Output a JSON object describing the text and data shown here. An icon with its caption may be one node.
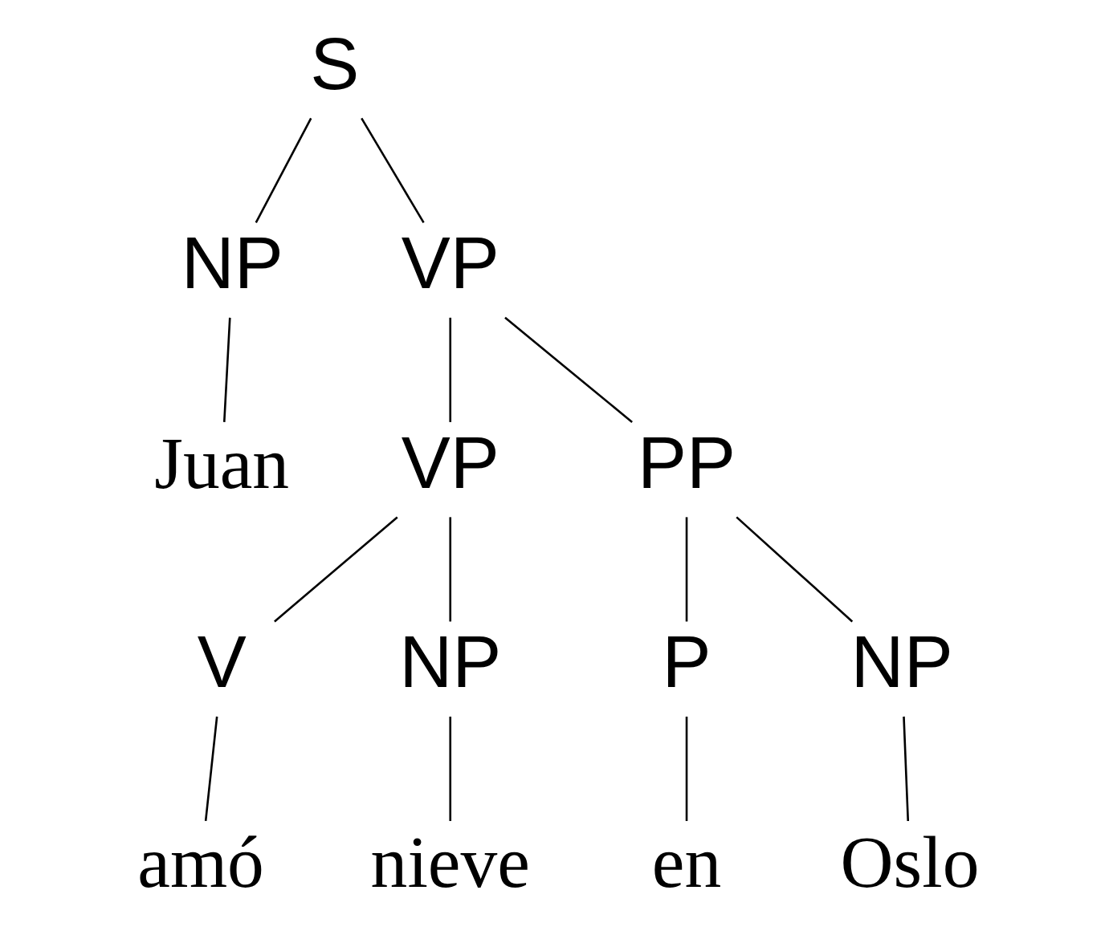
{
  "diagram": {
    "nodes": [
      {
        "text": [
          "S"
        ]
      },
      {
        "text": [
          "NP"
        ]
      },
      {
        "text": [
          "VP"
        ]
      },
      {
        "text": [
          "Juan"
        ]
      },
      {
        "text": [
          "VP"
        ]
      },
      {
        "text": [
          "PP"
        ]
      },
      {
        "text": [
          "V"
        ]
      },
      {
        "text": [
          "NP"
        ]
      },
      {
        "text": [
          "P"
        ]
      },
      {
        "text": [
          "NP"
        ]
      },
      {
        "text": [
          "amó"
        ]
      },
      {
        "text": [
          "nieve"
        ]
      },
      {
        "text": [
          "en"
        ]
      },
      {
        "text": [
          "Oslo"
        ]
      }
    ],
    "edges": [
      {
        "from": 0,
        "to": 1,
        "arrow": "none"
      },
      {
        "from": 0,
        "to": 2,
        "arrow": "none"
      },
      {
        "from": 1,
        "to": 3,
        "arrow": "none"
      },
      {
        "from": 2,
        "to": 4,
        "arrow": "none"
      },
      {
        "from": 2,
        "to": 5,
        "arrow": "none"
      },
      {
        "from": 4,
        "to": 6,
        "arrow": "none"
      },
      {
        "from": 4,
        "to": 7,
        "arrow": "none"
      },
      {
        "from": 5,
        "to": 8,
        "arrow": "none"
      },
      {
        "from": 5,
        "to": 9,
        "arrow": "none"
      },
      {
        "from": 6,
        "to": 10,
        "arrow": "none"
      },
      {
        "from": 7,
        "to": 11,
        "arrow": "none"
      },
      {
        "from": 8,
        "to": 12,
        "arrow": "none"
      },
      {
        "from": 9,
        "to": 13,
        "arrow": "none"
      }
    ]
  }
}
